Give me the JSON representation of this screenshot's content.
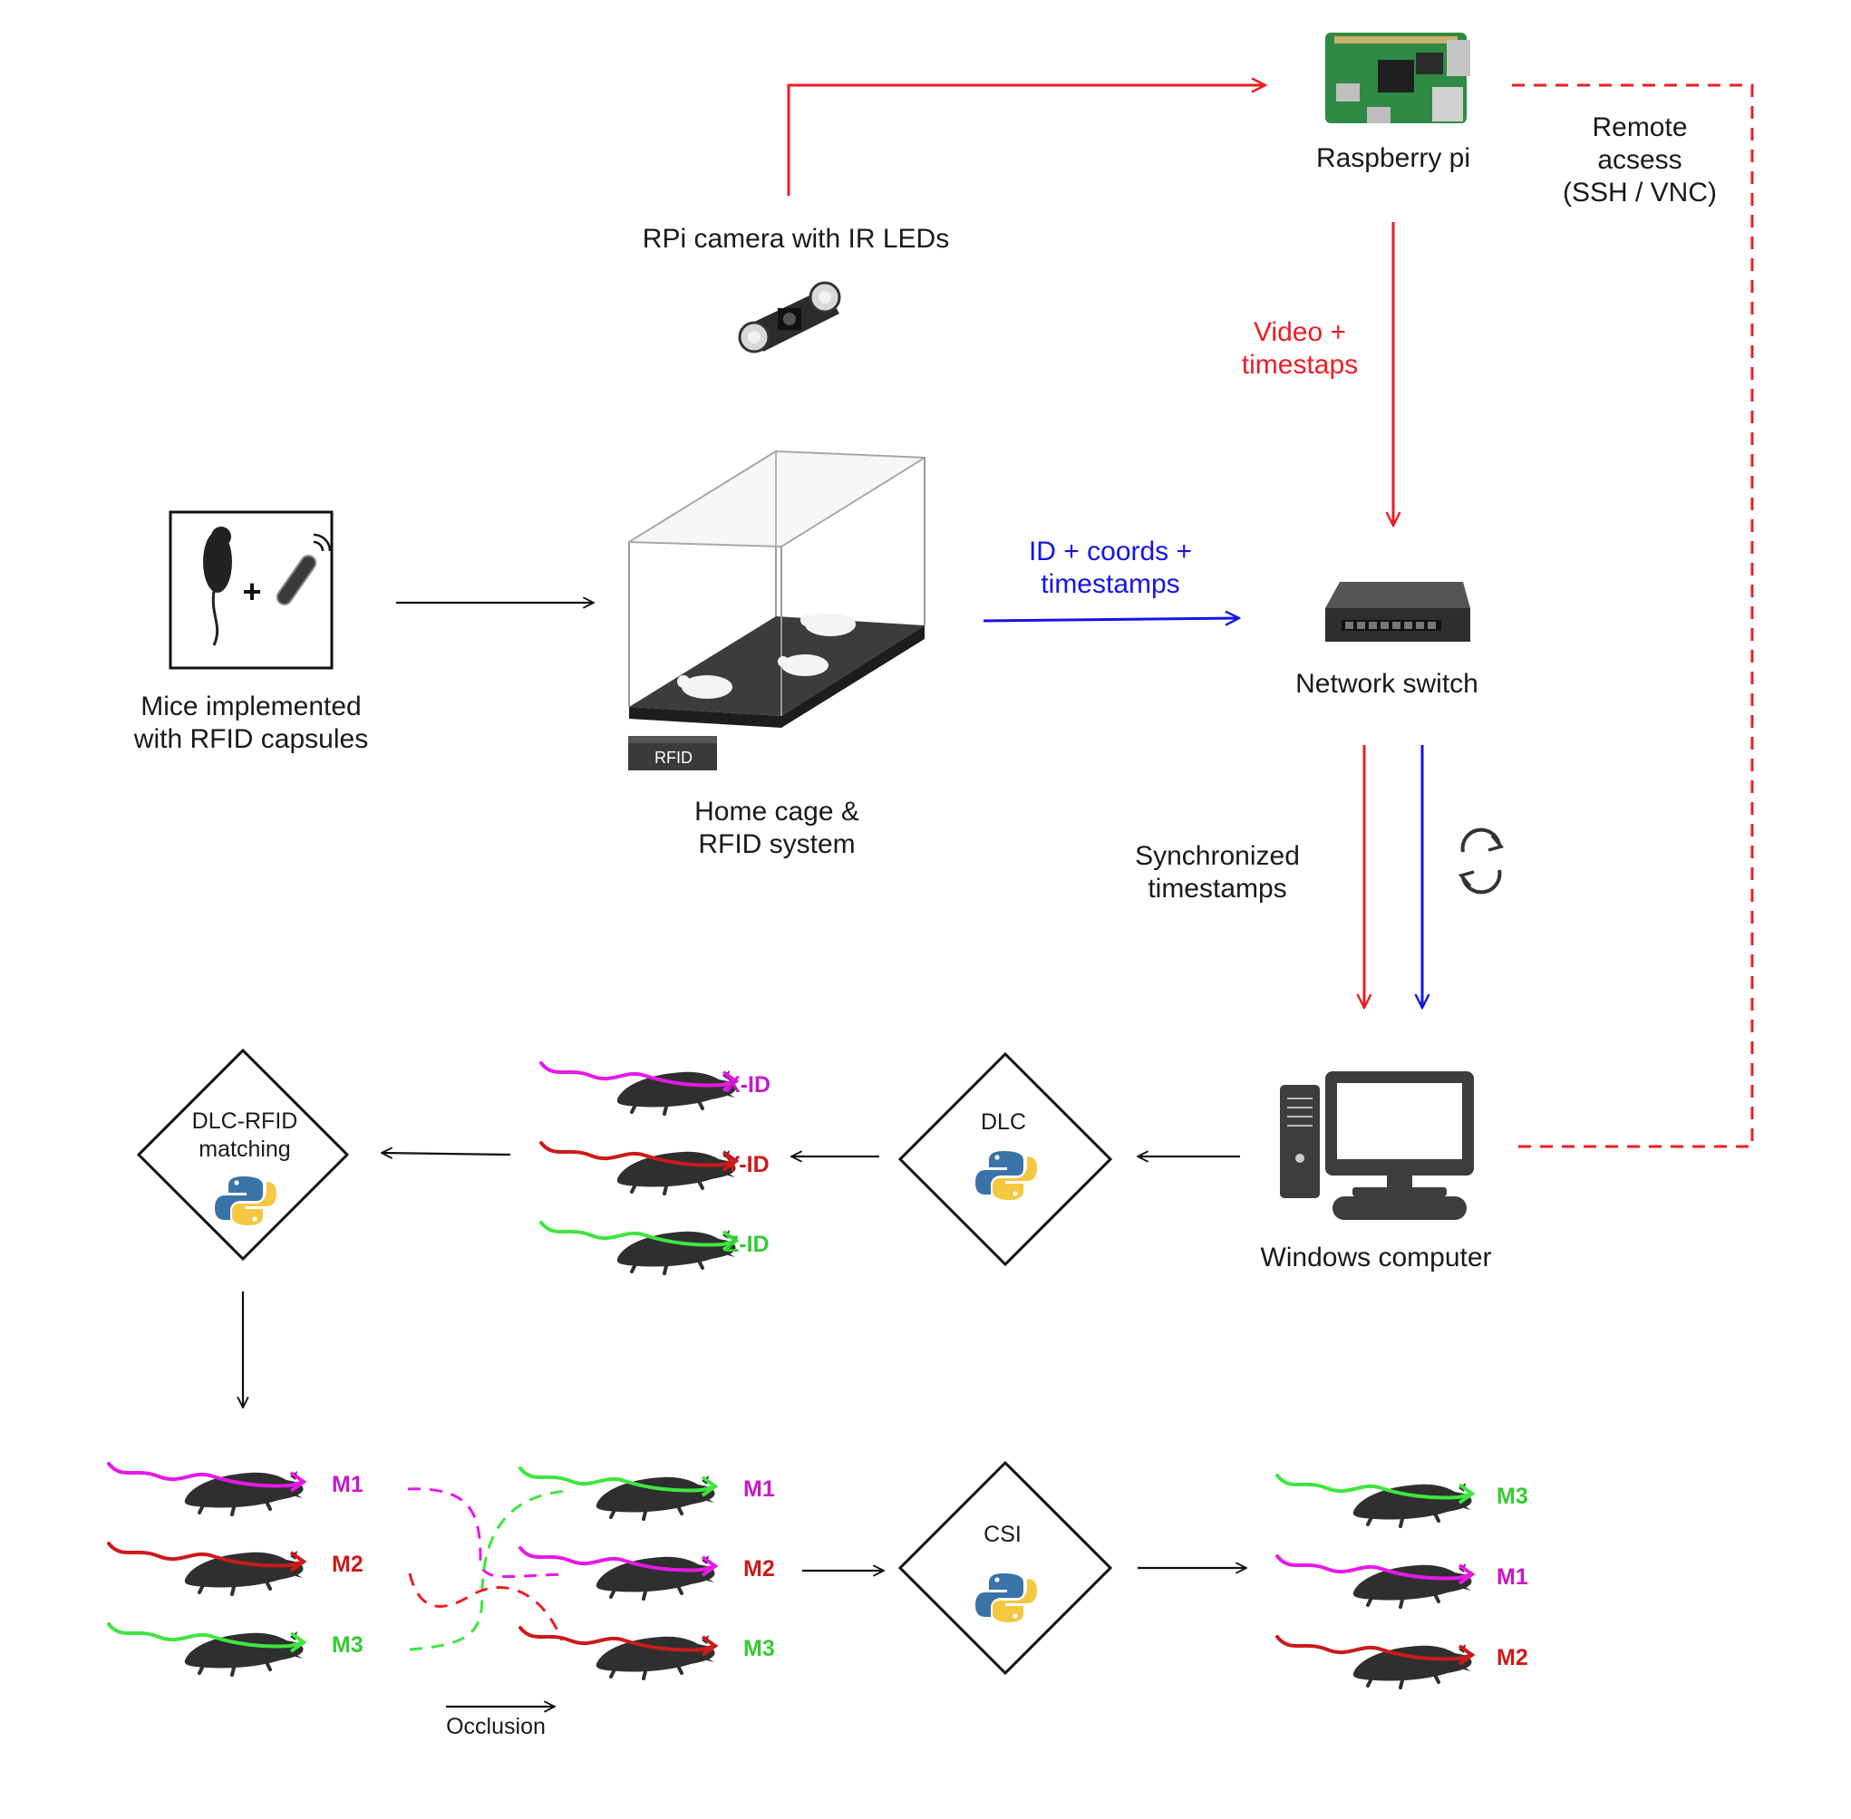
{
  "colors": {
    "video": "#ee1c25",
    "data": "#1414e6",
    "neutral": "#111111",
    "x_track": "#e619e6",
    "y_track": "#cc1a1a",
    "z_track": "#3ee63e",
    "m1_label": "#c818c8",
    "m2_label": "#cc1a1a",
    "m3_label": "#33cc33"
  },
  "nodes": {
    "raspberry": {
      "label": "Raspberry pi",
      "icon": "raspberry-pi-board-icon"
    },
    "camera": {
      "label": "RPi camera with IR LEDs",
      "icon": "camera-module-icon"
    },
    "remote": {
      "lines": [
        "Remote",
        "acsess",
        "(SSH / VNC)"
      ]
    },
    "mice": {
      "lines": [
        "Mice implemented",
        "with RFID capsules"
      ],
      "icon": "mouse-plus-capsule-icon"
    },
    "cage": {
      "lines": [
        "Home cage &",
        "RFID system"
      ],
      "rfid_tag": "RFID",
      "icon": "home-cage-icon"
    },
    "switch": {
      "label": "Network switch",
      "icon": "network-switch-icon"
    },
    "computer": {
      "label": "Windows computer",
      "icon": "desktop-computer-icon"
    },
    "dlc": {
      "label": "DLC",
      "icon": "python-logo-icon"
    },
    "matching": {
      "lines": [
        "DLC-RFID",
        "matching"
      ],
      "icon": "python-logo-icon"
    },
    "csi": {
      "label": "CSI",
      "icon": "python-logo-icon"
    }
  },
  "edge_labels": {
    "video": [
      "Video +",
      "timestaps"
    ],
    "id_coords": [
      "ID + coords +",
      "timestamps"
    ],
    "sync": [
      "Synchronized",
      "timestamps"
    ],
    "sync_icon": "sync-arrows-icon",
    "occlusion": "Occlusion"
  },
  "dlc_tracks": [
    "X-ID",
    "Y-ID",
    "Z-ID"
  ],
  "before_occlusion": [
    "M1",
    "M2",
    "M3"
  ],
  "after_occlusion": [
    "M1",
    "M2",
    "M3"
  ],
  "corrected": [
    "M3",
    "M1",
    "M2"
  ]
}
